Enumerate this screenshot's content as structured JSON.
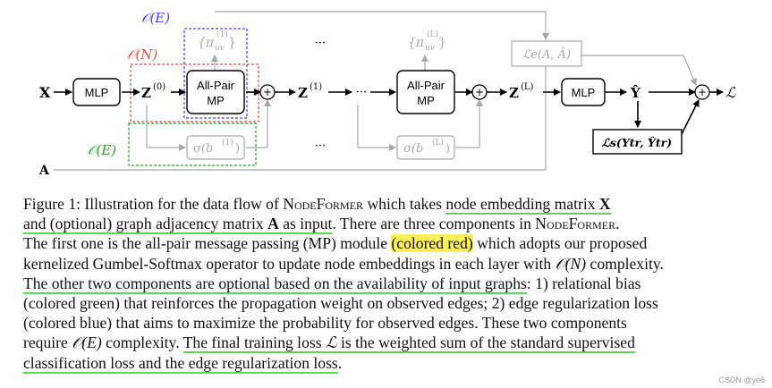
{
  "diagram": {
    "x_input": "X",
    "a_input": "A",
    "mlp_label": "MLP",
    "allpair_line1": "All-Pair",
    "allpair_line2": "MP",
    "z0": "Z",
    "z0_sup": "(0)",
    "z1": "Z",
    "z1_sup": "(1)",
    "zL": "Z",
    "zL_sup": "(L)",
    "y_hat": "Ŷ",
    "loss": "ℒ",
    "plus": "+",
    "ellipsis": "···",
    "pi_first": "{π",
    "pi_first_sup": "(1)",
    "pi_sub": "uv",
    "pi_close": "}",
    "pi_last_sup": "(L)",
    "bias_first": "σ(b",
    "bias_first_sup": "(1)",
    "bias_close": ")",
    "bias_last_sup": "(L)",
    "edge_loss": "ℒe(A, Ã)",
    "sup_loss": "ℒs(Ytr, Ŷtr)",
    "complexity_E_blue": "𝒪(E)",
    "complexity_N_red": "𝒪(N)",
    "complexity_E_green": "𝒪(E)",
    "colors": {
      "red": "#e05050",
      "blue": "#4444ee",
      "green": "#2aa02a",
      "gray": "#a8a8a8"
    }
  },
  "caption": {
    "l1_a": "Figure 1: Illustration for the data flow of ",
    "l1_b": "NodeFormer",
    "l1_c": " which takes ",
    "l1_d": "node embedding matrix ",
    "l1_e": "X",
    "l2_a": "and (optional) graph adjacency matrix ",
    "l2_b": "A",
    "l2_c": " as input",
    "l2_d": ". There are three components in ",
    "l2_e": "NodeFormer",
    "l2_f": ".",
    "l3_a": "The first one is the all-pair message passing (MP) module ",
    "l3_b": "(colored red)",
    "l3_c": " which adopts our proposed",
    "l4_a": "kernelized Gumbel-Softmax operator to update node embeddings in each layer with ",
    "l4_b": "𝒪(N)",
    "l4_c": " complexity.",
    "l5_a": "The other two components are optional based on the availability of input graphs",
    "l5_b": ": 1) relational bias",
    "l6": "(colored green) that reinforces the propagation weight on observed edges; 2) edge regularization loss",
    "l7": "(colored blue) that aims to maximize the probability for observed edges.  These two components",
    "l8_a": "require ",
    "l8_b": "𝒪(E)",
    "l8_c": " complexity. ",
    "l8_d": "The final training loss ",
    "l8_e": "ℒ",
    "l8_f": " is the weighted sum of the standard supervised",
    "l9_a": "classification loss and the edge regularization loss",
    "l9_b": "."
  },
  "watermark": "CSDN @ye6"
}
